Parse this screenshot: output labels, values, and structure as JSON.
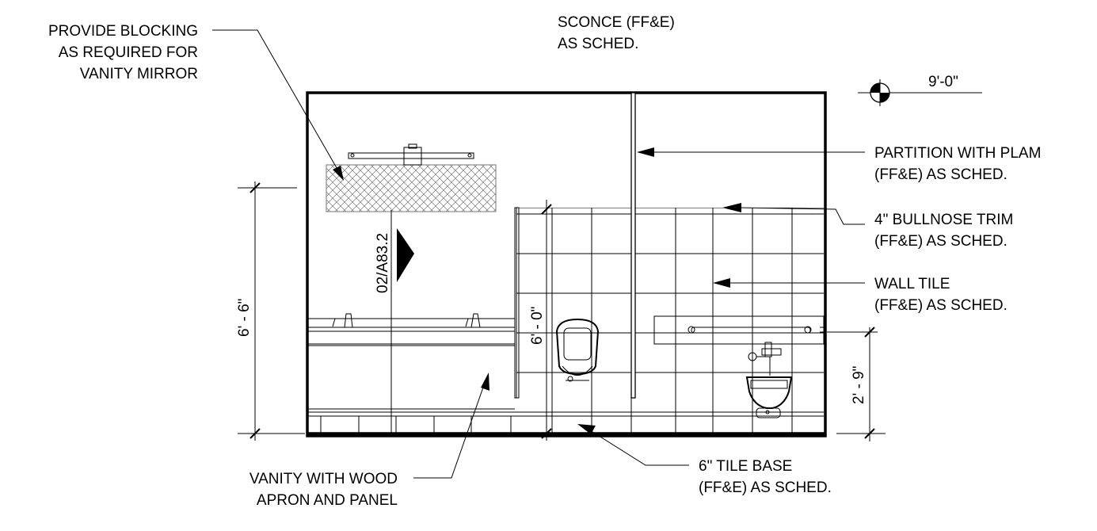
{
  "notes": {
    "blocking": [
      "PROVIDE BLOCKING",
      "AS REQUIRED FOR",
      "VANITY MIRROR"
    ],
    "sconce": [
      "SCONCE (FF&E)",
      "AS SCHED."
    ],
    "partition": [
      "PARTITION WITH PLAM",
      "(FF&E) AS SCHED."
    ],
    "bullnose": [
      "4\" BULLNOSE TRIM",
      "(FF&E) AS SCHED."
    ],
    "wall_tile": [
      "WALL TILE",
      "(FF&E) AS SCHED."
    ],
    "tile_base": [
      "6\" TILE BASE",
      "(FF&E) AS SCHED."
    ],
    "vanity": [
      "VANITY WITH WOOD",
      "APRON AND PANEL"
    ]
  },
  "dimensions": {
    "ceiling_height": "9'-0\"",
    "wall_tile_height": "6' - 6\"",
    "partition_height": "6' - 0\"",
    "grab_bar_height": "2' - 9\""
  },
  "section_reference": "02/A83.2"
}
